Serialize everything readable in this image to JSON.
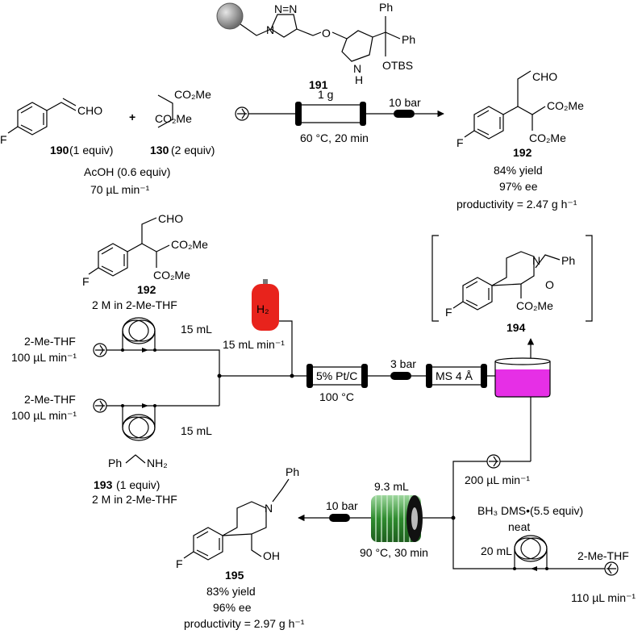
{
  "scheme": {
    "top": {
      "catalyst": {
        "id": "191",
        "amount": "1 g",
        "otbs": "OTBS",
        "ph1": "Ph",
        "ph2": "Ph",
        "n": "N",
        "h": "H",
        "o": "O",
        "nnn": "N=N",
        "n1": "N"
      },
      "reactant1": {
        "id": "190",
        "equiv": "(1 equiv)",
        "cho": "CHO",
        "f": "F"
      },
      "plus": "+",
      "reactant2": {
        "id": "130",
        "equiv": "(2 equiv)",
        "co2me_a": "CO₂Me",
        "co2me_b": "CO₂Me"
      },
      "additive": "AcOH (0.6 equiv)",
      "flow_rate": "70 µL min⁻¹",
      "conditions": "60 °C, 20 min",
      "bpr": "10 bar",
      "product": {
        "id": "192",
        "cho": "CHO",
        "co2me_a": "CO₂Me",
        "co2me_b": "CO₂Me",
        "f": "F",
        "yield": "84% yield",
        "ee": "97% ee",
        "productivity": "productivity = 2.47 g h⁻¹"
      }
    },
    "bottom": {
      "sm192": {
        "id": "192",
        "conc": "2 M in 2-Me-THF",
        "cho": "CHO",
        "co2me_a": "CO₂Me",
        "co2me_b": "CO₂Me",
        "f": "F"
      },
      "pump1": {
        "solvent": "2-Me-THF",
        "rate": "100 µL min⁻¹",
        "loop": "15 mL"
      },
      "pump2": {
        "solvent": "2-Me-THF",
        "rate": "100 µL min⁻¹",
        "loop": "15 mL"
      },
      "amine": {
        "id": "193",
        "equiv": "(1 equiv)",
        "conc": "2 M in 2-Me-THF",
        "ph": "Ph",
        "nh2": "NH₂"
      },
      "h2": {
        "label": "H₂",
        "rate": "15 mL min⁻¹"
      },
      "reactor1": {
        "label": "5% Pt/C",
        "temp": "100 °C"
      },
      "bpr1": "3 bar",
      "sieves": "MS 4 Å",
      "intermediate": {
        "id": "194",
        "f": "F",
        "n": "N",
        "o": "O",
        "ph": "Ph",
        "co2me": "CO₂Me"
      },
      "pump3": {
        "rate": "200 µL min⁻¹"
      },
      "borane": {
        "reagent": "BH₃ DMS•(5.5 equiv)",
        "neat": "neat",
        "loop": "20 mL"
      },
      "pump4": {
        "solvent": "2-Me-THF",
        "rate": "110 µL min⁻¹"
      },
      "coil": {
        "volume": "9.3 mL",
        "conditions": "90 °C, 30 min"
      },
      "bpr2": "10 bar",
      "product": {
        "id": "195",
        "f": "F",
        "n": "N",
        "ph": "Ph",
        "oh": "OH",
        "yield": "83% yield",
        "ee": "96% ee",
        "productivity": "productivity = 2.97 g h⁻¹"
      }
    }
  },
  "colors": {
    "h2_cylinder": "#e8231c",
    "collector_liquid": "#e62fe6",
    "coil": "#2e8b2e",
    "resin": "#8c8c8c"
  }
}
